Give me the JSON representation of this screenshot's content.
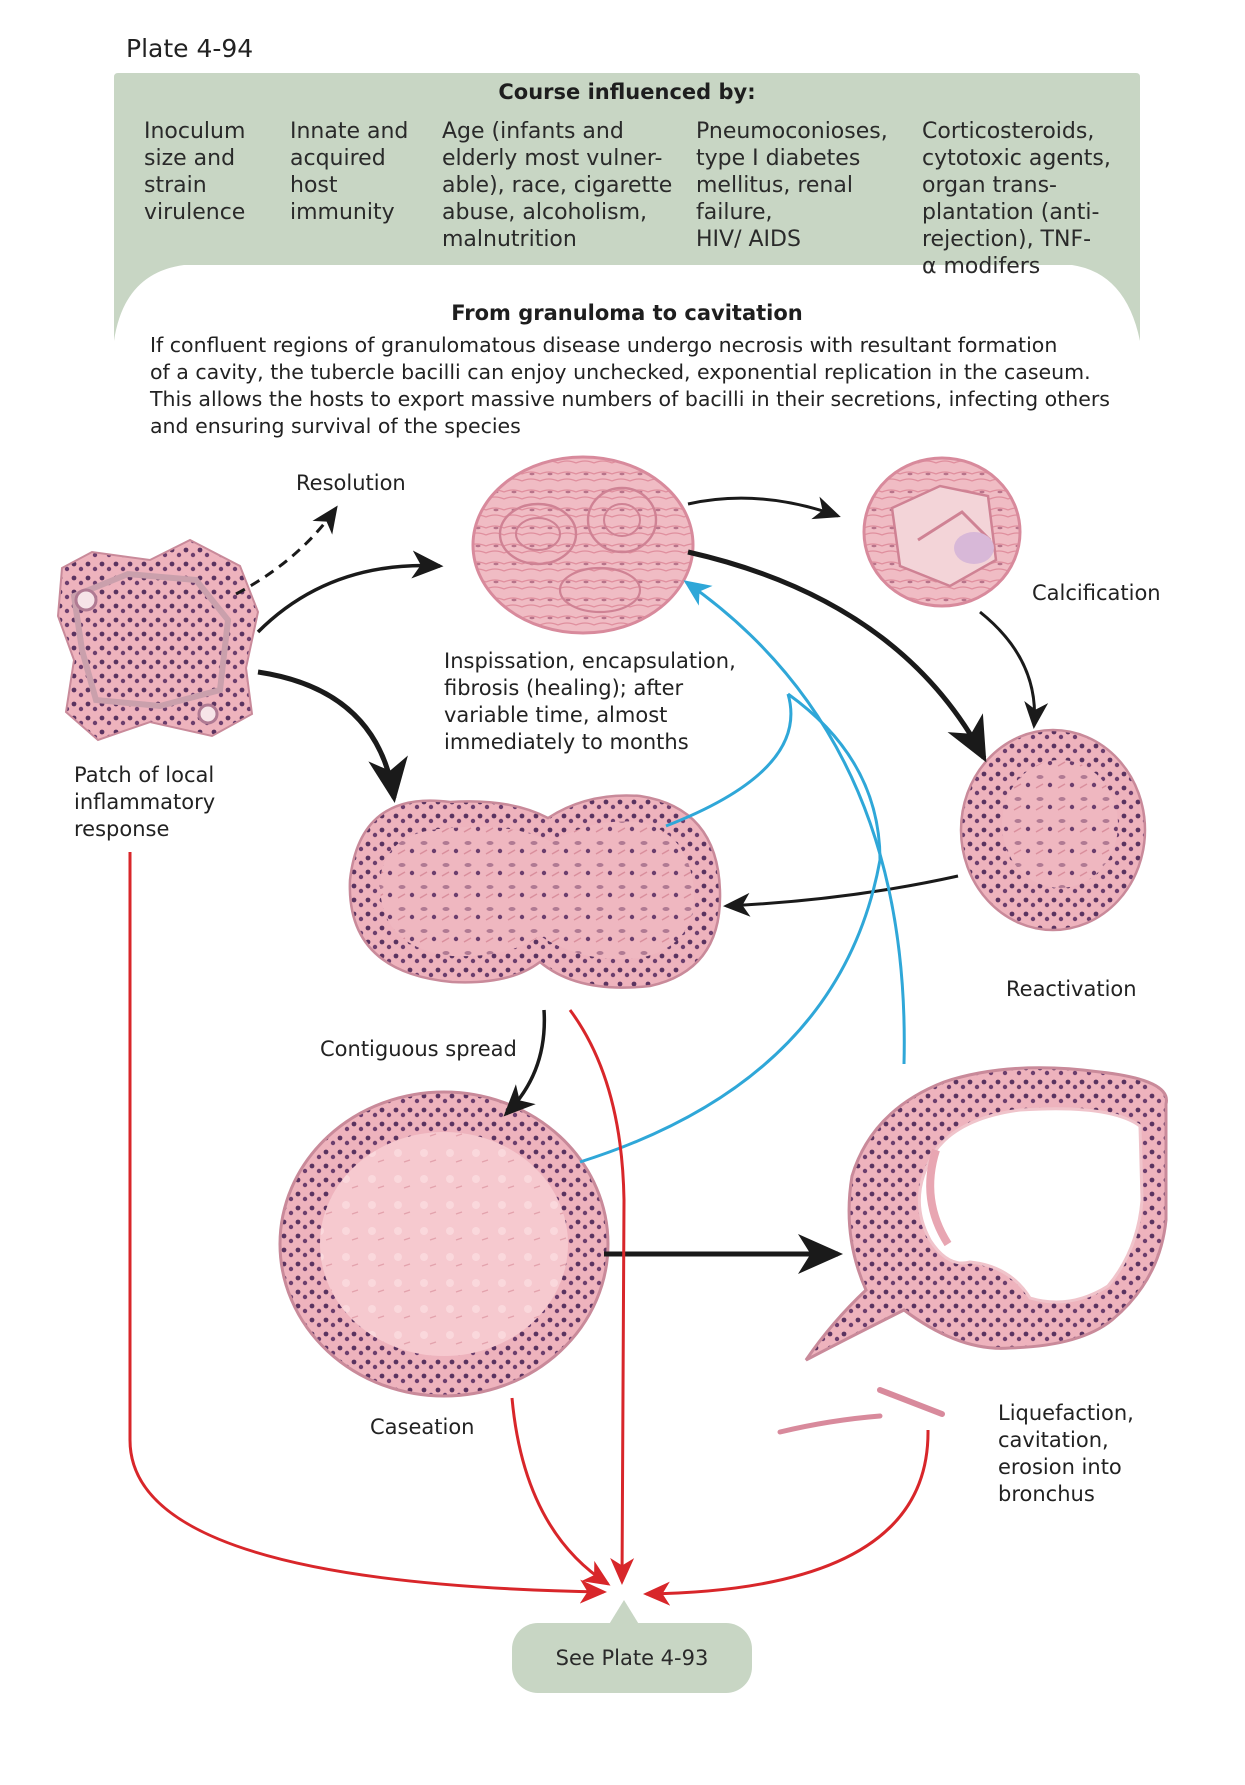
{
  "plate_label": "Plate 4-94",
  "course": {
    "heading": "Course influenced by:",
    "factors": [
      [
        "Inoculum",
        "size and",
        "strain",
        "virulence"
      ],
      [
        "Innate and",
        "acquired",
        "host",
        "immunity"
      ],
      [
        "Age (infants and",
        "elderly most vulner-",
        "able), race, cigarette",
        "abuse, alcoholism,",
        "malnutrition"
      ],
      [
        "Pneumoconioses,",
        "type I diabetes",
        "mellitus, renal",
        "failure,",
        "HIV/ AIDS"
      ],
      [
        "Corticosteroids,",
        "cytotoxic agents,",
        "organ trans-",
        "plantation (anti-",
        "rejection), TNF-",
        "α modifers"
      ]
    ]
  },
  "granuloma": {
    "heading": "From granuloma to cavitation",
    "text": [
      "If confluent regions of granulomatous disease undergo necrosis with resultant formation",
      "of a cavity, the tubercle bacilli can enjoy unchecked, exponential replication in the caseum.",
      "This allows the hosts to export massive numbers of bacilli in their secretions, infecting others",
      "and ensuring survival of the species"
    ]
  },
  "captions": {
    "resolution": "Resolution",
    "calcification": "Calcification",
    "healing": [
      "Inspissation, encapsulation,",
      "fibrosis (healing); after",
      "variable time, almost",
      "immediately to months"
    ],
    "patch": [
      "Patch of local",
      "inflammatory",
      "response"
    ],
    "reactivation": "Reactivation",
    "contiguous": "Contiguous spread",
    "caseation": "Caseation",
    "liquefaction": [
      "Liquefaction,",
      "cavitation,",
      "erosion into",
      "bronchus"
    ]
  },
  "see_plate": "See Plate 4-93",
  "colors": {
    "panel_green": "#c8d6c4",
    "tissue_pink": "#eeb3bd",
    "nuclei_purple": "#4f2d55",
    "arrow_black": "#1a1a1a",
    "arrow_blue": "#2fa7d8",
    "arrow_red": "#d8262a"
  }
}
